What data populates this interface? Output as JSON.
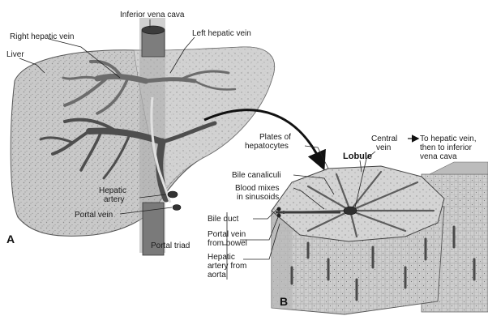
{
  "figure": {
    "panel_a": "A",
    "panel_b": "B",
    "labels": {
      "inferior_vena_cava": "Inferior vena cava",
      "right_hepatic_vein": "Right hepatic vein",
      "left_hepatic_vein": "Left hepatic vein",
      "liver": "Liver",
      "hepatic_artery_1": "Hepatic",
      "hepatic_artery_2": "artery",
      "portal_vein": "Portal vein",
      "plates_1": "Plates of",
      "plates_2": "hepatocytes",
      "bile_canaliculi": "Bile canaliculi",
      "blood_mixes_1": "Blood mixes",
      "blood_mixes_2": "in sinusoids",
      "lobule": "Lobule",
      "central_vein_1": "Central",
      "central_vein_2": "vein",
      "to_hepatic_1": "To hepatic vein,",
      "to_hepatic_2": "then to inferior",
      "to_hepatic_3": "vena cava",
      "bile_duct": "Bile duct",
      "portal_bowel_1": "Portal vein",
      "portal_bowel_2": "from bowel",
      "hepatic_aorta_1": "Hepatic",
      "hepatic_aorta_2": "artery from",
      "hepatic_aorta_3": "aorta",
      "portal_triad": "Portal triad"
    }
  }
}
